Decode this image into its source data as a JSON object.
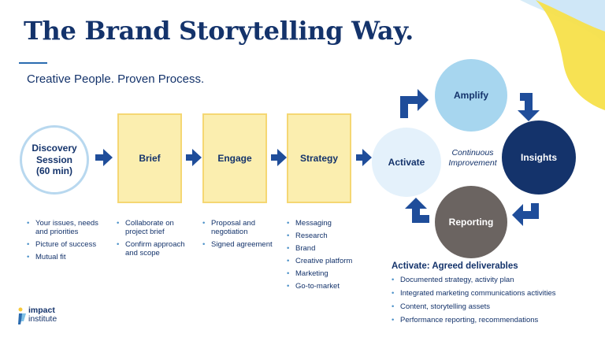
{
  "title": "The Brand Storytelling Way.",
  "subtitle": "Creative People. Proven Process.",
  "discovery": {
    "label_line1": "Discovery",
    "label_line2": "Session",
    "label_line3": "(60 min)",
    "bullets": [
      "Your issues, needs and priorities",
      "Picture of success",
      "Mutual fit"
    ]
  },
  "steps": [
    {
      "label": "Brief",
      "bullets": [
        "Collaborate on project brief",
        "Confirm approach and scope"
      ]
    },
    {
      "label": "Engage",
      "bullets": [
        "Proposal and negotiation",
        "Signed agreement"
      ]
    },
    {
      "label": "Strategy",
      "bullets": [
        "Messaging",
        "Research",
        "Brand",
        "Creative platform",
        "Marketing",
        "Go-to-market"
      ]
    }
  ],
  "cycle": {
    "activate": "Activate",
    "amplify": "Amplify",
    "insights": "Insights",
    "reporting": "Reporting",
    "center_line1": "Continuous",
    "center_line2": "Improvement"
  },
  "deliverables": {
    "heading": "Activate: Agreed deliverables",
    "items": [
      "Documented strategy, activity plan",
      "Integrated marketing communications activities",
      "Content, storytelling assets",
      "Performance reporting, recommendations"
    ]
  },
  "logo": {
    "line1": "impact",
    "line2": "institute"
  },
  "colors": {
    "navy": "#14336b",
    "light_blue": "#a7d6ef",
    "yellow_box": "#fbeeaf",
    "grey": "#6b6461",
    "arrow": "#1f4d9a",
    "accent_yellow": "#f7e04a"
  }
}
